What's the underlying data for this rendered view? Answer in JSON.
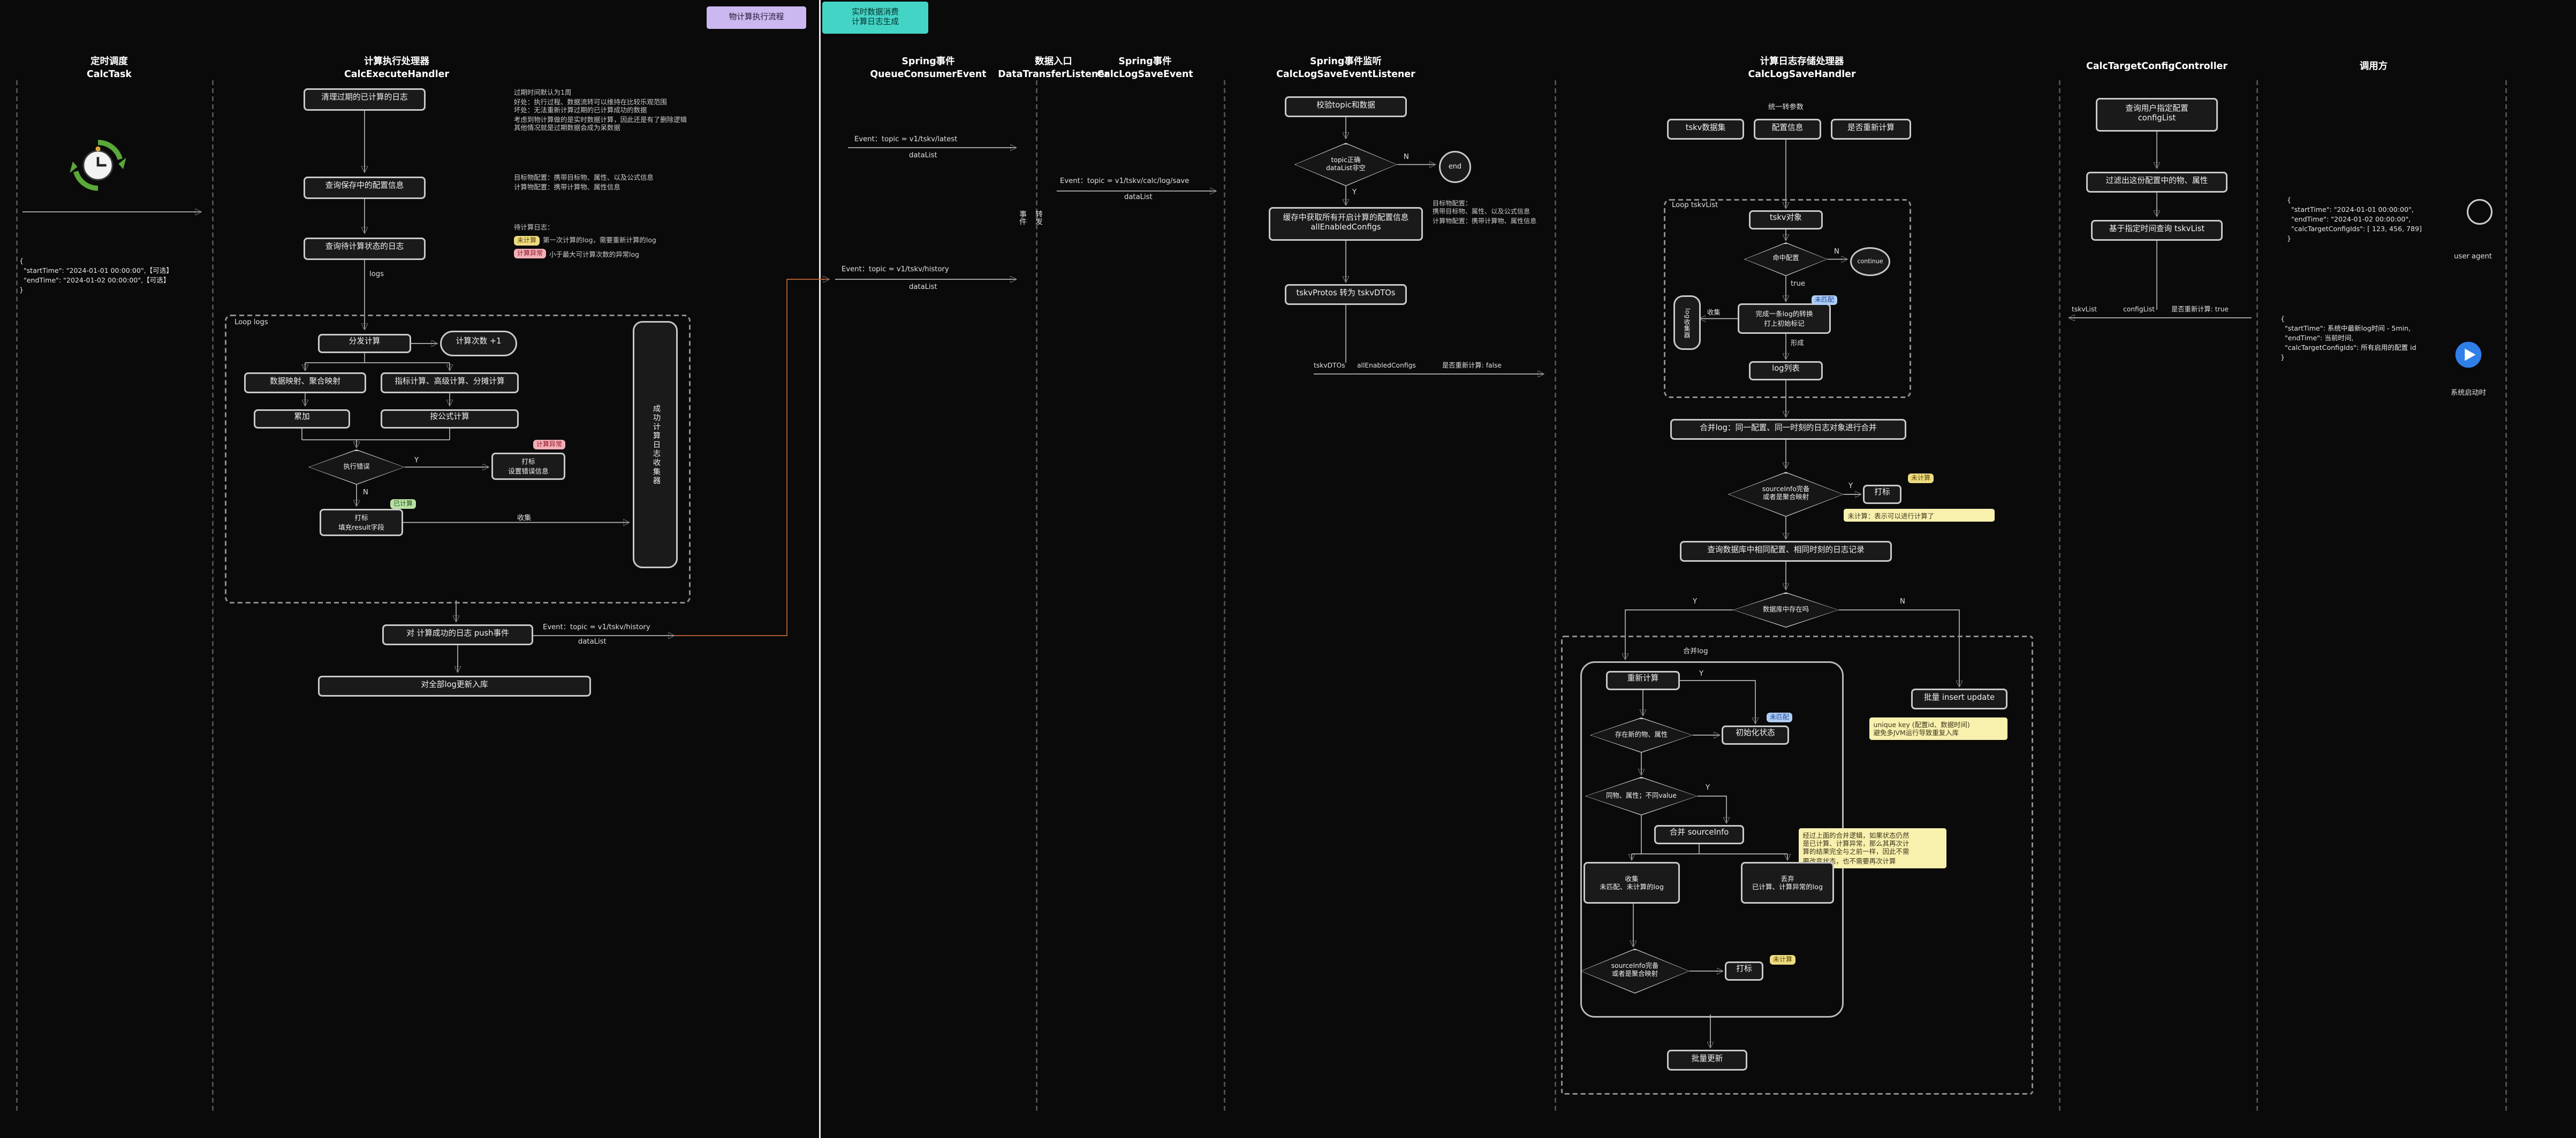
{
  "legend": {
    "flow": "物计算执行流程",
    "realtime": "实时数据消费\n计算日志生成"
  },
  "misc": {
    "y": "Y",
    "n": "N",
    "t": "true"
  },
  "headers": {
    "calctask": {
      "t": "定时调度",
      "s": "CalcTask"
    },
    "exec": {
      "t": "计算执行处理器",
      "s": "CalcExecuteHandler"
    },
    "queue": {
      "t": "Spring事件",
      "s": "QueueConsumerEvent"
    },
    "entry": {
      "t": "数据入口",
      "s": "DataTransferListener"
    },
    "saveevent": {
      "t": "Spring事件",
      "s": "CalcLogSaveEvent"
    },
    "listener": {
      "t": "Spring事件监听",
      "s": "CalcLogSaveEventListener"
    },
    "savehandler": {
      "t": "计算日志存储处理器",
      "s": "CalcLogSaveHandler"
    },
    "controller": {
      "t": "CalcTargetConfigController"
    },
    "caller": {
      "t": "调用方"
    }
  },
  "calctask": {
    "json": "{\n  \"startTime\": \"2024-01-01 00:00:00\",【可选】\n  \"endTime\": \"2024-01-02 00:00:00\",【可选】\n}"
  },
  "exec": {
    "clean": "清理过期的已计算的日志",
    "clean_note": "过期时间默认为1周\n好处：执行过程、数据流转可以维持在比较乐观范围\n坏处：无法重新计算过期的已计算成功的数据\n考虑到物计算做的是实时数据计算，因此还是有了删除逻辑\n其他情况就是过期数据会成为呆数据",
    "query_config": "查询保存中的配置信息",
    "config_note": "目标物配置：携带目标物、属性、以及公式信息\n计算物配置：携带计算物、属性信息",
    "query_pending": "查询待计算状态的日志",
    "pending_title": "待计算日志：",
    "tag_uncalc": "未计算",
    "pending1": "第一次计算的log，需要重新计算的log",
    "tag_err": "计算异常",
    "pending2": "小于最大可计算次数的异常log",
    "logs": "logs",
    "loop": "Loop logs",
    "dispatch": "分发计算",
    "count": "计算次数 +1",
    "map": "数据映射、聚合映射",
    "calc": "指标计算、高级计算、分摊计算",
    "acc": "累加",
    "formula": "按公式计算",
    "err_q": "执行错误",
    "mark_err": "打标\n设置错误信息",
    "mark_done": "打标\n填充result字段",
    "tag_done": "已计算",
    "collect": "收集",
    "collector": "成功计算日志收集器",
    "push": "对 计算成功的日志 push事件",
    "event": "Event：topic = v1/tskv/history",
    "datalist": "dataList",
    "update_all": "对全部log更新入库"
  },
  "queue": {
    "ev_latest": "Event：topic = v1/tskv/latest",
    "ev_history": "Event：topic = v1/tskv/history",
    "datalist": "dataList",
    "fwd1": "事件",
    "fwd2": "转发"
  },
  "saveevent": {
    "ev": "Event：topic = v1/tskv/calc/log/save",
    "datalist": "dataList"
  },
  "listener": {
    "validate": "校验topic和数据",
    "check": "topic正确\ndataList非空",
    "end": "end",
    "cache": "缓存中获取所有开启计算的配置信息\nallEnabledConfigs",
    "cache_note": "目标物配置：\n携带目标物、属性、以及公式信息\n计算物配置：携带计算物、属性信息",
    "proto": "tskvProtos 转为 tskvDTOs",
    "m1": "tskvDTOs",
    "m2": "allEnabledConfigs",
    "m3": "是否重新计算: false"
  },
  "handler": {
    "unify": "统一转参数",
    "p1": "tskv数据集",
    "p2": "配置信息",
    "p3": "是否重新计算",
    "loop": "Loop tskvList",
    "tskv_obj": "tskv对象",
    "hit": "命中配置",
    "cont": "continue",
    "log_collector": "log收集器",
    "collect": "收集",
    "convert": "完成一条log的转换\n打上初始标记",
    "tag_unmatched": "未匹配",
    "form": "形成",
    "log_list": "log列表",
    "merge": "合并log：同一配置、同一时刻的日志对象进行合并",
    "src_check": "sourceInfo完备\n或者是聚合映射",
    "mark": "打标",
    "tag_uncalc": "未计算",
    "note_uncalc": "未计算：表示可以进行计算了",
    "query_db": "查询数据库中相同配置、相同时刻的日志记录",
    "exists": "数据库中存在吗",
    "merge_title": "合并log",
    "recalc": "重新计算",
    "new_attr": "存在新的物、属性",
    "init": "初始化状态",
    "same_attr": "同物、属性；不同value",
    "merge_src": "合并 sourceInfo",
    "note_merge": "经过上面的合并逻辑，如果状态仍然\n是已计算、计算异常，那么其再次计\n算的结果完全与之前一样，因此不需\n要改变状态，也不需要再次计算",
    "collect2": "收集\n未匹配、未计算的log",
    "discard": "丢弃\n已计算、计算异常的log",
    "insert": "批量 insert update",
    "note_unique": "unique key (配置id、数据时间)\n避免多JVM运行导致重复入库",
    "batch_update": "批量更新"
  },
  "controller": {
    "query_config": "查询用户指定配置\nconfigList",
    "filter": "过滤出这份配置中的物、属性",
    "query_tskv": "基于指定时间查询 tskvList",
    "m1": "tskvList",
    "m2": "configList",
    "m3": "是否重新计算: true"
  },
  "caller": {
    "json1": "{\n  \"startTime\": \"2024-01-01 00:00:00\",\n  \"endTime\": \"2024-01-02 00:00:00\",\n  \"calcTargetConfigIds\": [ 123, 456, 789]\n}",
    "user": "user agent",
    "json2": "{\n  \"startTime\": 系统中最新log时间 - 5min,\n  \"endTime\": 当前时间,\n  \"calcTargetConfigIds\": 所有启用的配置 id\n}",
    "boot": "系统启动时"
  }
}
